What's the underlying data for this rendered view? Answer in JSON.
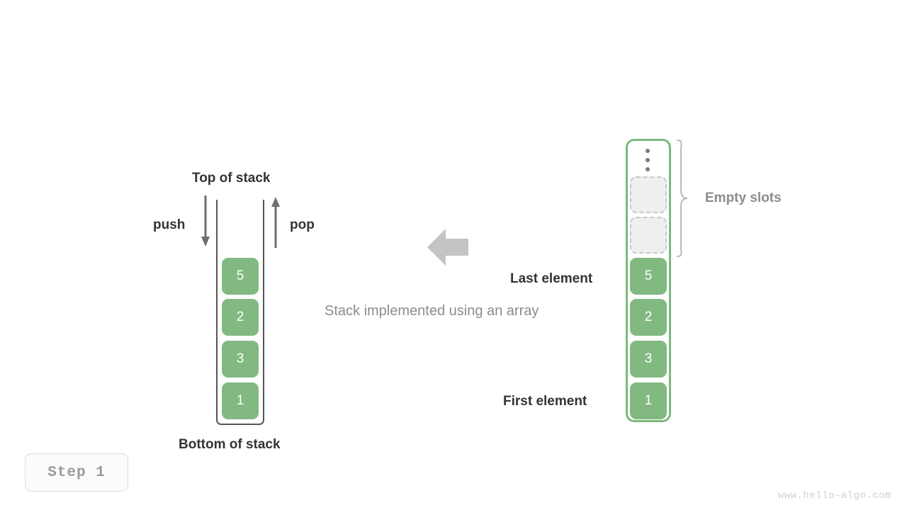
{
  "diagram": {
    "title_labels": {
      "top_of_stack": "Top of stack",
      "bottom_of_stack": "Bottom of stack",
      "push": "push",
      "pop": "pop",
      "caption": "Stack implemented using an array",
      "empty_slots": "Empty slots",
      "last_element": "Last element",
      "first_element": "First element"
    },
    "stack": {
      "values": [
        "5",
        "2",
        "3",
        "1"
      ]
    },
    "array": {
      "values": [
        "5",
        "2",
        "3",
        "1"
      ],
      "empty_slot_count": 2,
      "ellipsis": "vertical-ellipsis"
    },
    "colors": {
      "element_fill": "#81b981",
      "element_text": "#ffffff",
      "array_border": "#7bb97b",
      "stack_border": "#555555",
      "empty_slot_fill": "#efefef",
      "empty_slot_border": "#c9c9c9",
      "label_dark": "#333333",
      "label_gray": "#8c8c8c",
      "arrow_gray": "#c4c4c4",
      "brace_gray": "#b8b8b8"
    },
    "step_badge": "Step 1",
    "watermark": "www.hello-algo.com"
  }
}
